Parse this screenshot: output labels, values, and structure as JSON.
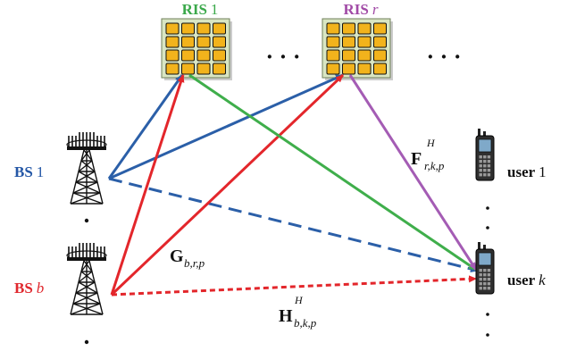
{
  "ris": [
    {
      "prefix": "RIS",
      "index": "1",
      "color": "#3aa84a"
    },
    {
      "prefix": "RIS",
      "index": "r",
      "color": "#a14aa6"
    }
  ],
  "bs": [
    {
      "prefix": "BS",
      "index": "1",
      "color": "#2457a6"
    },
    {
      "prefix": "BS",
      "index": "b",
      "color": "#e0282e"
    }
  ],
  "users": [
    {
      "prefix": "user",
      "index": "1"
    },
    {
      "prefix": "user",
      "index": "k"
    }
  ],
  "channels": {
    "F": {
      "main": "F",
      "sup": "H",
      "sub": "r,k,p"
    },
    "G": {
      "main": "G",
      "sub": "b,r,p"
    },
    "H": {
      "main": "H",
      "sup": "H",
      "sub": "b,k,p"
    }
  },
  "ellipsis": "· · ·",
  "colors": {
    "blue": "#2b5fa8",
    "red": "#e3262b",
    "green": "#3fae4b",
    "purple": "#a45cb4",
    "tile": "#f2b31c",
    "panel": "#d9e6c3"
  }
}
